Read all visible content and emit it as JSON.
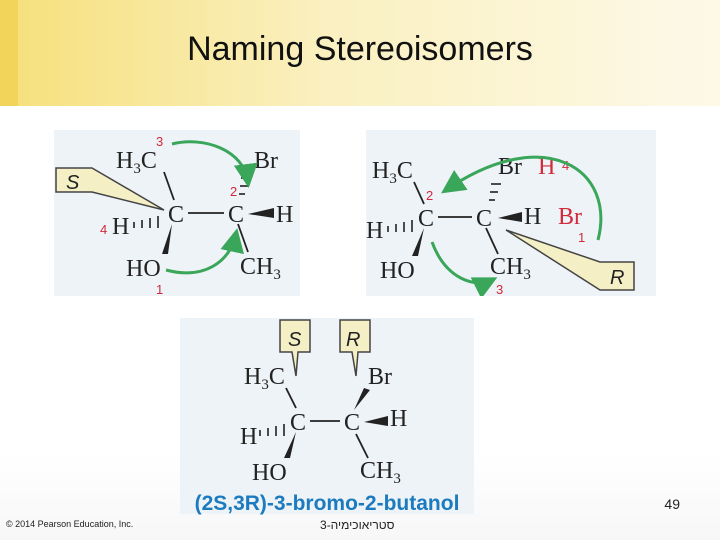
{
  "slide": {
    "title": "Naming Stereoisomers",
    "page_number": "49",
    "copyright": "© 2014 Pearson Education, Inc.",
    "footer_text": "סטריאוכימיה-3",
    "caption": "(2S,3R)-3-bromo-2-butanol"
  },
  "panel_left": {
    "flag": "S",
    "atoms": {
      "h3c": "H3C",
      "br": "Br",
      "h_left": "H",
      "h_right": "H",
      "c": "C",
      "ho": "HO",
      "ch3": "CH3"
    },
    "priorities": [
      "3",
      "2",
      "4",
      "1"
    ]
  },
  "panel_right": {
    "flag": "R",
    "atoms": {
      "h3c": "H3C",
      "br": "Br",
      "h_left": "H",
      "h_right": "H",
      "c": "C",
      "ho": "HO",
      "ch3": "CH3",
      "h_red": "H",
      "br_red": "Br"
    },
    "priorities": [
      "2",
      "4",
      "1",
      "3"
    ]
  },
  "panel_bottom": {
    "flags": [
      "S",
      "R"
    ],
    "atoms": {
      "h3c": "H3C",
      "br": "Br",
      "h_left": "H",
      "h_right": "H",
      "c": "C",
      "ho": "HO",
      "ch3": "CH3"
    }
  },
  "colors": {
    "accent_number": "#d12a3a",
    "arrow": "#3aa65a",
    "caption": "#1c7bbf",
    "flag_fill": "#f4efc4",
    "panel_bg": "#eef3f8"
  }
}
